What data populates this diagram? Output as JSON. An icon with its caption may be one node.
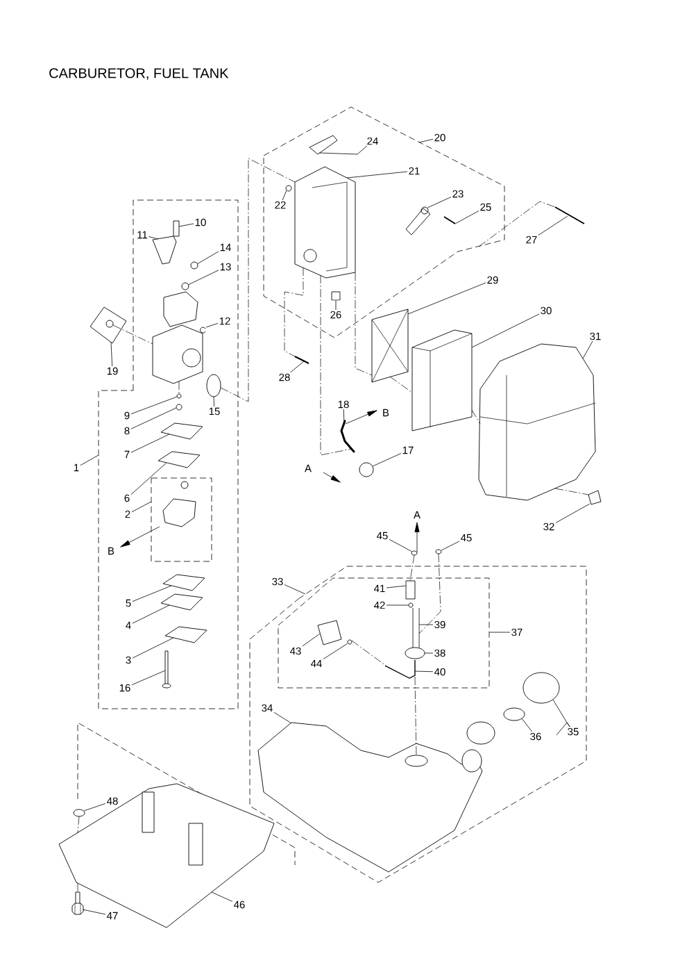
{
  "diagram": {
    "title": "CARBURETOR, FUEL TANK",
    "nodes": [
      {
        "text": [],
        "shape": "box"
      },
      {
        "text": [],
        "shape": "box",
        "in": 0
      },
      {
        "text": [],
        "shape": "box"
      },
      {
        "text": [],
        "shape": "box"
      },
      {
        "text": [],
        "shape": "box",
        "in": 3
      },
      {
        "text": [
          "1"
        ]
      },
      {
        "text": [
          "2"
        ],
        "in": 0
      },
      {
        "text": [
          "3"
        ],
        "in": 0
      },
      {
        "text": [
          "4"
        ],
        "in": 0
      },
      {
        "text": [
          "5"
        ],
        "in": 0
      },
      {
        "text": [
          "6"
        ],
        "in": 0
      },
      {
        "text": [
          "7"
        ],
        "in": 0
      },
      {
        "text": [
          "8"
        ],
        "in": 0
      },
      {
        "text": [
          "9"
        ],
        "in": 0
      },
      {
        "text": [
          "10"
        ],
        "in": 0
      },
      {
        "text": [
          "11"
        ],
        "in": 0
      },
      {
        "text": [
          "12"
        ],
        "in": 0
      },
      {
        "text": [
          "13"
        ],
        "in": 0
      },
      {
        "text": [
          "14"
        ],
        "in": 0
      },
      {
        "text": [
          "15"
        ],
        "in": 0
      },
      {
        "text": [
          "16"
        ],
        "in": 0
      },
      {
        "text": [
          "17"
        ]
      },
      {
        "text": [
          "18"
        ]
      },
      {
        "text": [
          "19"
        ]
      },
      {
        "text": [
          "20"
        ]
      },
      {
        "text": [
          "21"
        ],
        "in": 2
      },
      {
        "text": [
          "22"
        ],
        "in": 2
      },
      {
        "text": [
          "23"
        ],
        "in": 2
      },
      {
        "text": [
          "24"
        ],
        "in": 2
      },
      {
        "text": [
          "25"
        ],
        "in": 2
      },
      {
        "text": [
          "26"
        ],
        "in": 2
      },
      {
        "text": [
          "27"
        ]
      },
      {
        "text": [
          "28"
        ]
      },
      {
        "text": [
          "29"
        ]
      },
      {
        "text": [
          "30"
        ]
      },
      {
        "text": [
          "31"
        ]
      },
      {
        "text": [
          "32"
        ]
      },
      {
        "text": [
          "33"
        ]
      },
      {
        "text": [
          "34"
        ],
        "in": 3
      },
      {
        "text": [
          "35"
        ],
        "in": 3
      },
      {
        "text": [
          "36"
        ],
        "in": 3
      },
      {
        "text": [
          "37"
        ],
        "in": 3
      },
      {
        "text": [
          "38"
        ],
        "in": 4
      },
      {
        "text": [
          "39"
        ],
        "in": 4
      },
      {
        "text": [
          "40"
        ],
        "in": 4
      },
      {
        "text": [
          "41"
        ],
        "in": 4
      },
      {
        "text": [
          "42"
        ],
        "in": 4
      },
      {
        "text": [
          "43"
        ],
        "in": 4
      },
      {
        "text": [
          "44"
        ],
        "in": 4
      },
      {
        "text": [
          "45"
        ]
      },
      {
        "text": [
          "45"
        ]
      },
      {
        "text": [
          "46"
        ]
      },
      {
        "text": [
          "47"
        ]
      },
      {
        "text": [
          "48"
        ]
      },
      {
        "text": [],
        "shape": "picture",
        "in": 0
      },
      {
        "text": [],
        "shape": "picture",
        "in": 0
      },
      {
        "text": [],
        "shape": "picture",
        "in": 0
      },
      {
        "text": [],
        "shape": "picture",
        "in": 0
      },
      {
        "text": [],
        "shape": "picture",
        "in": 0
      },
      {
        "text": [],
        "shape": "circle",
        "in": 0
      },
      {
        "text": [],
        "shape": "circle",
        "in": 0
      },
      {
        "text": [],
        "shape": "box",
        "in": 0
      },
      {
        "text": [],
        "shape": "picture",
        "in": 0
      },
      {
        "text": [],
        "shape": "picture",
        "in": 0
      },
      {
        "text": [],
        "shape": "circle",
        "in": 0
      },
      {
        "text": [],
        "shape": "circle",
        "in": 0
      },
      {
        "text": [],
        "shape": "circle",
        "in": 0
      },
      {
        "text": [],
        "shape": "picture",
        "in": 0
      },
      {
        "text": [],
        "shape": "circle"
      },
      {
        "text": [],
        "shape": "picture"
      },
      {
        "text": [],
        "shape": "picture"
      },
      {
        "text": [],
        "shape": "picture",
        "in": 2
      },
      {
        "text": [],
        "shape": "circle",
        "in": 2
      },
      {
        "text": [],
        "shape": "picture",
        "in": 2
      },
      {
        "text": [],
        "shape": "picture",
        "in": 2
      },
      {
        "text": [],
        "shape": "picture",
        "in": 2
      },
      {
        "text": [],
        "shape": "box",
        "in": 2
      },
      {
        "text": [],
        "shape": "picture"
      },
      {
        "text": [],
        "shape": "picture"
      },
      {
        "text": [],
        "shape": "picture"
      },
      {
        "text": [],
        "shape": "picture"
      },
      {
        "text": [],
        "shape": "picture"
      },
      {
        "text": [],
        "shape": "picture"
      },
      {
        "text": [],
        "shape": "picture",
        "in": 3
      },
      {
        "text": [],
        "shape": "circle",
        "in": 3
      },
      {
        "text": [],
        "shape": "circle",
        "in": 3
      },
      {
        "text": [],
        "shape": "circle",
        "in": 4
      },
      {
        "text": [],
        "shape": "picture",
        "in": 4
      },
      {
        "text": [],
        "shape": "picture",
        "in": 4
      },
      {
        "text": [],
        "shape": "box",
        "in": 4
      },
      {
        "text": [],
        "shape": "circle",
        "in": 4
      },
      {
        "text": [],
        "shape": "picture",
        "in": 4
      },
      {
        "text": [],
        "shape": "circle",
        "in": 4
      },
      {
        "text": [],
        "shape": "circle"
      },
      {
        "text": [],
        "shape": "circle"
      },
      {
        "text": [],
        "shape": "picture"
      },
      {
        "text": [],
        "shape": "picture"
      },
      {
        "text": [],
        "shape": "circle"
      },
      {
        "text": [],
        "shape": "picture",
        "in": 0
      }
    ],
    "edges": [
      {
        "from": 5,
        "to": 0,
        "arrow": "none"
      },
      {
        "from": 6,
        "to": 1,
        "arrow": "none"
      },
      {
        "from": 7,
        "to": 54,
        "arrow": "none"
      },
      {
        "from": 8,
        "to": 55,
        "arrow": "none"
      },
      {
        "from": 9,
        "to": 56,
        "arrow": "none"
      },
      {
        "from": 10,
        "to": 57,
        "arrow": "none"
      },
      {
        "from": 11,
        "to": 58,
        "arrow": "none"
      },
      {
        "from": 12,
        "to": 59,
        "arrow": "none"
      },
      {
        "from": 13,
        "to": 60,
        "arrow": "none"
      },
      {
        "from": 14,
        "to": 61,
        "arrow": "none"
      },
      {
        "from": 15,
        "to": 62,
        "arrow": "none"
      },
      {
        "from": 16,
        "to": 63,
        "arrow": "none"
      },
      {
        "from": 17,
        "to": 64,
        "arrow": "none"
      },
      {
        "from": 18,
        "to": 65,
        "arrow": "none"
      },
      {
        "from": 19,
        "to": 66,
        "arrow": "none"
      },
      {
        "from": 20,
        "to": 67,
        "arrow": "none"
      },
      {
        "from": 21,
        "to": 68,
        "arrow": "none"
      },
      {
        "from": 22,
        "to": 69,
        "arrow": "none"
      },
      {
        "from": 23,
        "to": 70,
        "arrow": "none"
      },
      {
        "from": 24,
        "to": 2,
        "arrow": "none"
      },
      {
        "from": 25,
        "to": 71,
        "arrow": "none"
      },
      {
        "from": 26,
        "to": 72,
        "arrow": "none"
      },
      {
        "from": 27,
        "to": 73,
        "arrow": "none"
      },
      {
        "from": 28,
        "to": 74,
        "arrow": "none"
      },
      {
        "from": 29,
        "to": 75,
        "arrow": "none"
      },
      {
        "from": 30,
        "to": 76,
        "arrow": "none"
      },
      {
        "from": 31,
        "to": 77,
        "arrow": "none"
      },
      {
        "from": 32,
        "to": 78,
        "arrow": "none"
      },
      {
        "from": 33,
        "to": 79,
        "arrow": "none"
      },
      {
        "from": 34,
        "to": 80,
        "arrow": "none"
      },
      {
        "from": 35,
        "to": 81,
        "arrow": "none"
      },
      {
        "from": 36,
        "to": 82,
        "arrow": "none"
      },
      {
        "from": 37,
        "to": 3,
        "arrow": "none"
      },
      {
        "from": 38,
        "to": 83,
        "arrow": "none"
      },
      {
        "from": 39,
        "to": 84,
        "arrow": "none"
      },
      {
        "from": 39,
        "to": null,
        "arrow": "none"
      },
      {
        "from": 40,
        "to": 85,
        "arrow": "none"
      },
      {
        "from": 41,
        "to": 4,
        "arrow": "none"
      },
      {
        "from": 42,
        "to": 86,
        "arrow": "none"
      },
      {
        "from": 43,
        "to": 87,
        "arrow": "none"
      },
      {
        "from": 44,
        "to": 88,
        "arrow": "none"
      },
      {
        "from": 45,
        "to": 89,
        "arrow": "none"
      },
      {
        "from": 46,
        "to": 90,
        "arrow": "none"
      },
      {
        "from": 47,
        "to": 91,
        "arrow": "none"
      },
      {
        "from": 48,
        "to": 92,
        "arrow": "none"
      },
      {
        "from": 49,
        "to": 93,
        "arrow": "none"
      },
      {
        "from": 50,
        "to": 94,
        "arrow": "none"
      },
      {
        "from": 51,
        "to": 95,
        "arrow": "none"
      },
      {
        "from": 52,
        "to": 96,
        "arrow": "none"
      },
      {
        "from": 53,
        "to": 97,
        "arrow": "none"
      },
      {
        "from": 70,
        "to": 98,
        "arrow": "none",
        "style": "dashed"
      },
      {
        "from": 98,
        "to": 60,
        "arrow": "none",
        "style": "dashed"
      },
      {
        "from": 66,
        "to": 71,
        "arrow": "none",
        "style": "dashed"
      },
      {
        "from": 71,
        "to": 78,
        "arrow": "none",
        "style": "dashed"
      },
      {
        "from": 71,
        "to": 69,
        "arrow": "none",
        "style": "dashed"
      },
      {
        "from": 71,
        "to": 79,
        "arrow": "none",
        "style": "dashed"
      },
      {
        "from": 79,
        "to": 80,
        "arrow": "none",
        "style": "dashed"
      },
      {
        "from": 80,
        "to": 81,
        "arrow": "none",
        "style": "dashed"
      },
      {
        "from": 81,
        "to": 82,
        "arrow": "none",
        "style": "dashed"
      },
      {
        "from": 2,
        "to": 77,
        "arrow": "none",
        "style": "dashed"
      },
      {
        "from": 93,
        "to": 89,
        "arrow": "none",
        "style": "dashed"
      },
      {
        "from": 94,
        "to": 87,
        "arrow": "none",
        "style": "dashed"
      },
      {
        "from": 88,
        "to": 83,
        "arrow": "none",
        "style": "dashed"
      },
      {
        "from": 92,
        "to": 88,
        "arrow": "none",
        "style": "dashed"
      },
      {
        "from": 97,
        "to": 95,
        "arrow": "none",
        "style": "dashed"
      },
      {
        "from": 95,
        "to": 96,
        "arrow": "none",
        "style": "dashed"
      }
    ],
    "labels": [
      "B",
      "A",
      "A",
      "B"
    ]
  }
}
